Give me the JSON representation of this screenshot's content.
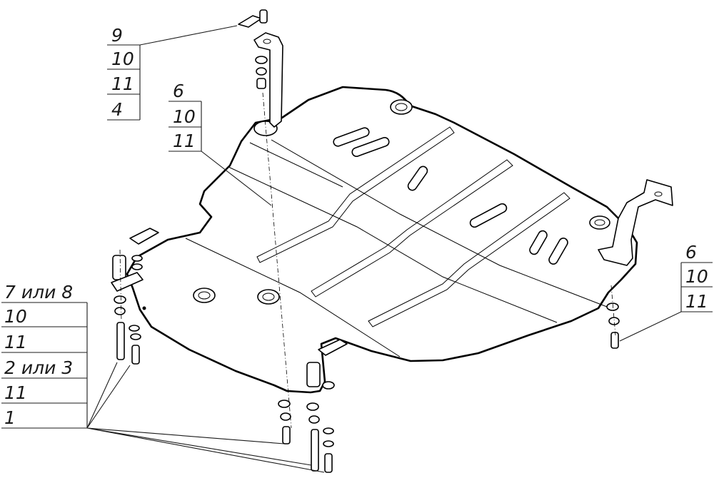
{
  "callouts": {
    "top_left": [
      "9",
      "10",
      "11",
      "4"
    ],
    "center": [
      "6",
      "10",
      "11"
    ],
    "right": [
      "6",
      "10",
      "11"
    ],
    "bottom_left": [
      "7 или 8",
      "10",
      "11",
      "2 или 3",
      "11",
      "1"
    ]
  },
  "colors": {
    "ink": "#000000",
    "paper": "#ffffff"
  }
}
